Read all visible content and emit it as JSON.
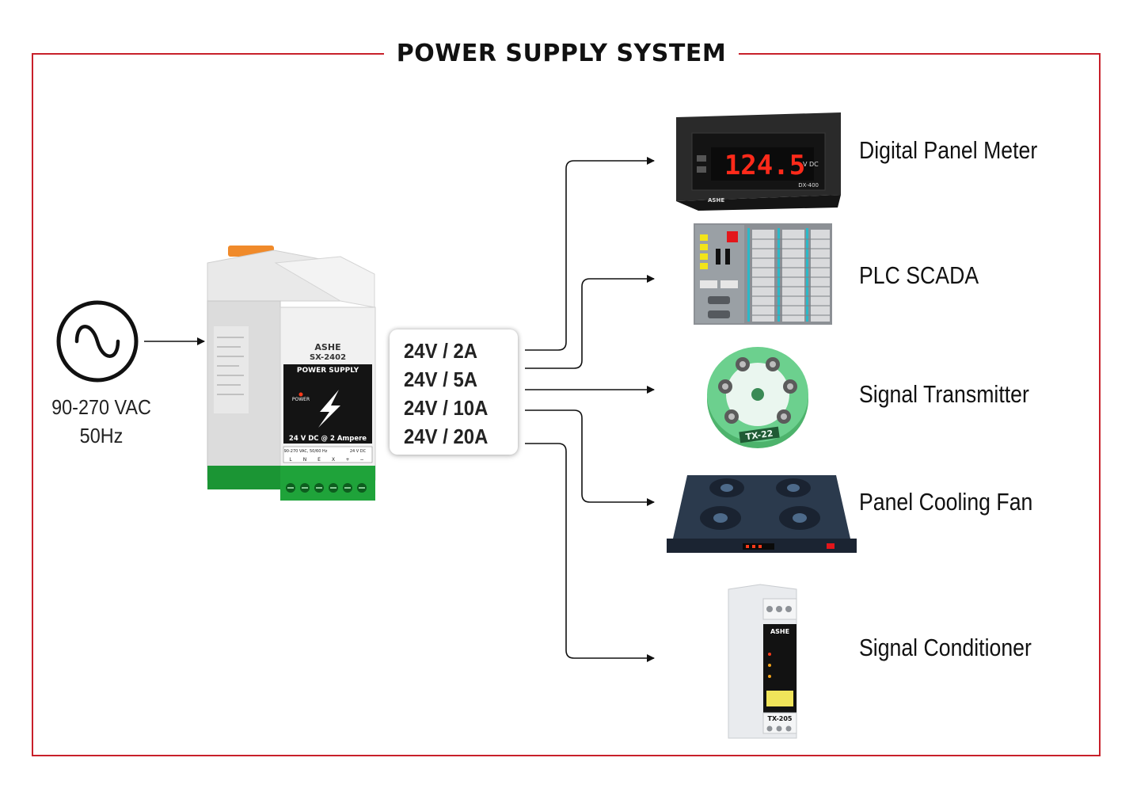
{
  "title": "POWER SUPPLY SYSTEM",
  "input": {
    "voltage": "90-270 VAC",
    "frequency": "50Hz"
  },
  "power_supply": {
    "brand": "ASHE",
    "model": "SX-2402",
    "heading": "POWER SUPPLY",
    "power_led": "POWER",
    "rating_text": "24 V DC @ 2 Ampere",
    "input_spec": "90-270 VAC, 50/60 Hz",
    "output_spec": "24 V DC",
    "terminals": [
      "L",
      "N",
      "E",
      "X",
      "+",
      "−"
    ]
  },
  "ratings": [
    "24V / 2A",
    "24V / 5A",
    "24V / 10A",
    "24V / 20A"
  ],
  "devices": [
    {
      "label": "Digital Panel Meter",
      "display": "124.5",
      "unit": "V DC",
      "model": "DX-400",
      "brand": "ASHE"
    },
    {
      "label": "PLC SCADA"
    },
    {
      "label": "Signal Transmitter",
      "model": "TX-22"
    },
    {
      "label": "Panel Cooling Fan"
    },
    {
      "label": "Signal Conditioner",
      "brand": "ASHE",
      "model": "TX-205"
    }
  ],
  "colors": {
    "frame": "#c8202a",
    "terminal_green": "#1fa33a",
    "transmitter_green": "#5cc37d",
    "led_red": "#ff2a1a"
  }
}
